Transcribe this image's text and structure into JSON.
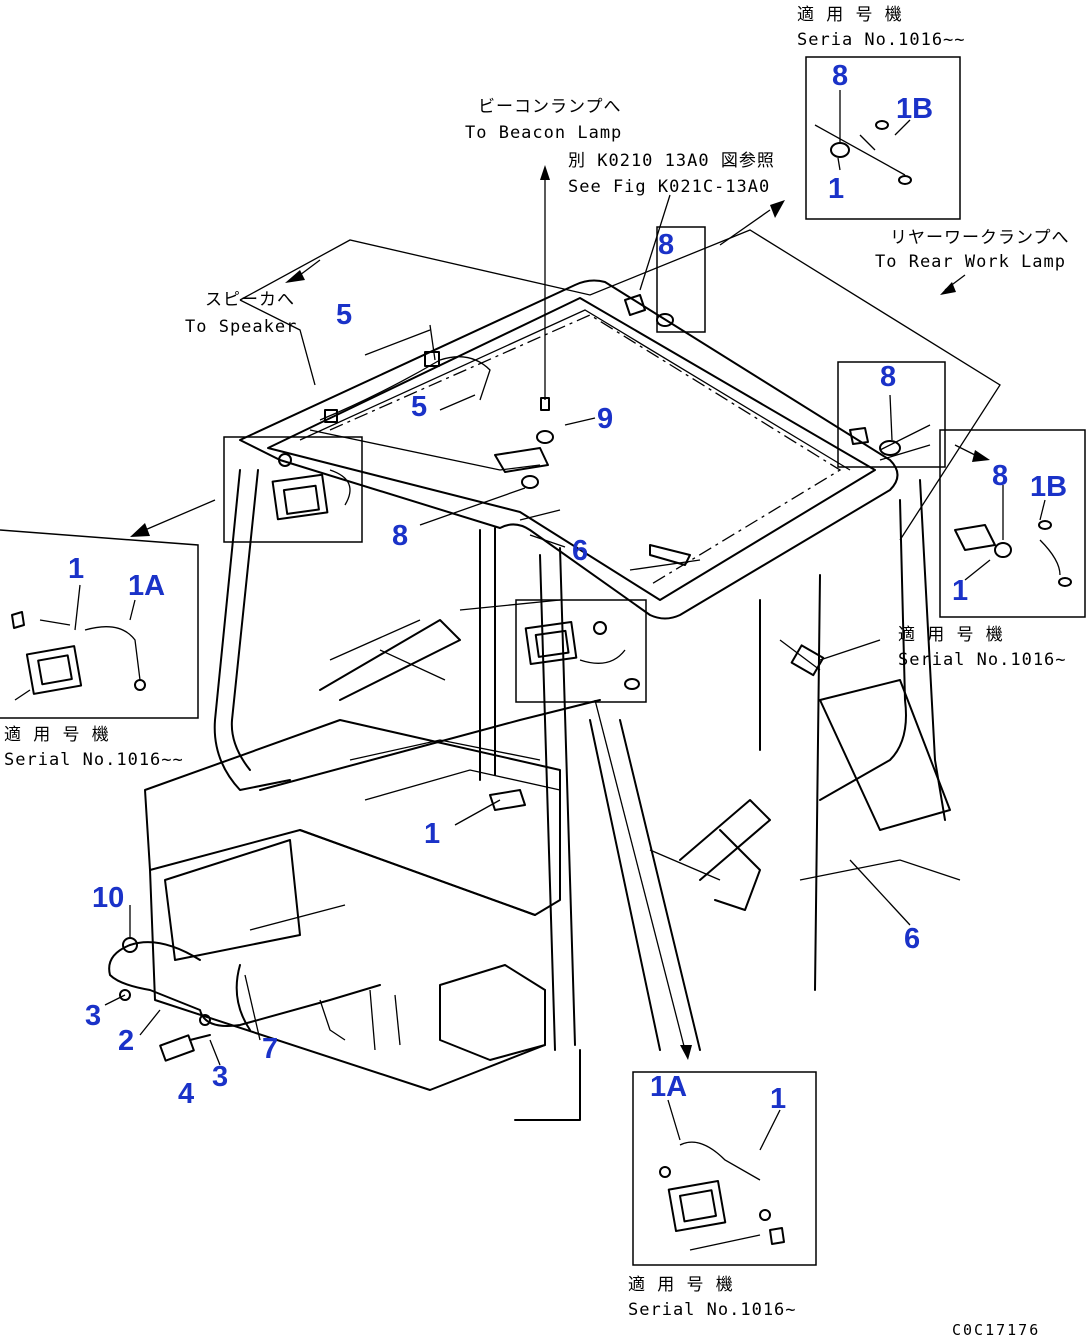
{
  "diagram": {
    "notes": {
      "serial_top_jp": "適 用 号 機",
      "serial_top_en": "Seria  No.1016~~",
      "beacon_jp": "ビーコンランプへ",
      "beacon_en": "To Beacon Lamp",
      "seefig_jp": "別 K0210 13A0 図参照",
      "seefig_en": "See Fig K021C-13A0",
      "rear_jp": "リヤーワークランプへ",
      "rear_en": "To Rear Work Lamp",
      "speaker_jp": "スピーカへ",
      "speaker_en": "To Speaker",
      "serial_left_jp": "適 用 号 機",
      "serial_left_en": "Serial No.1016~~",
      "serial_right_jp": "適 用 号 機",
      "serial_right_en": "Serial No.1016~",
      "serial_bottom_jp": "適 用 号 機",
      "serial_bottom_en": "Serial No.1016~"
    },
    "callouts": {
      "c8_topbox": "8",
      "c1B_topbox": "1B",
      "c1_topbox": "1",
      "c8_a": "8",
      "c5_a": "5",
      "c5_b": "5",
      "c9": "9",
      "c8_b": "8",
      "c8_c": "8",
      "c6_a": "6",
      "c8_right": "8",
      "c1B_right": "1B",
      "c1_right": "1",
      "c1_left": "1",
      "c1A_left": "1A",
      "c1_floor": "1",
      "c6_b": "6",
      "c10": "10",
      "c3_a": "3",
      "c2": "2",
      "c7": "7",
      "c4": "4",
      "c3_b": "3",
      "c1A_bottom": "1A",
      "c1_bottom": "1"
    },
    "drawing_code": "C0C17176"
  }
}
